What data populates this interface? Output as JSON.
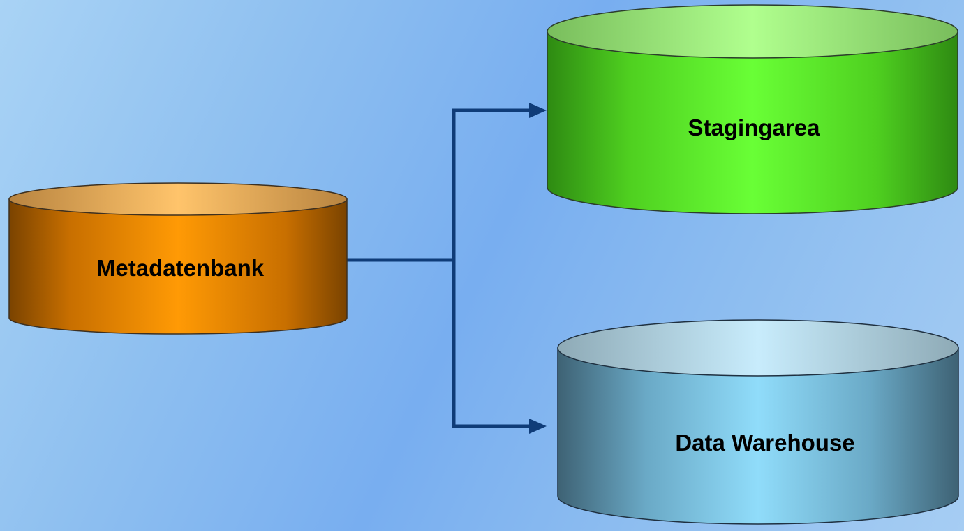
{
  "diagram": {
    "nodes": [
      {
        "id": "metadatenbank",
        "label": "Metadatenbank",
        "color": "#ff9900"
      },
      {
        "id": "stagingarea",
        "label": "Stagingarea",
        "color": "#66ff33"
      },
      {
        "id": "data-warehouse",
        "label": "Data Warehouse",
        "color": "#8cd8f8"
      }
    ],
    "edges": [
      {
        "from": "metadatenbank",
        "to": "stagingarea",
        "arrow": "end"
      },
      {
        "from": "metadatenbank",
        "to": "data-warehouse",
        "arrow": "end"
      }
    ],
    "connector_color": "#0f3c78"
  }
}
